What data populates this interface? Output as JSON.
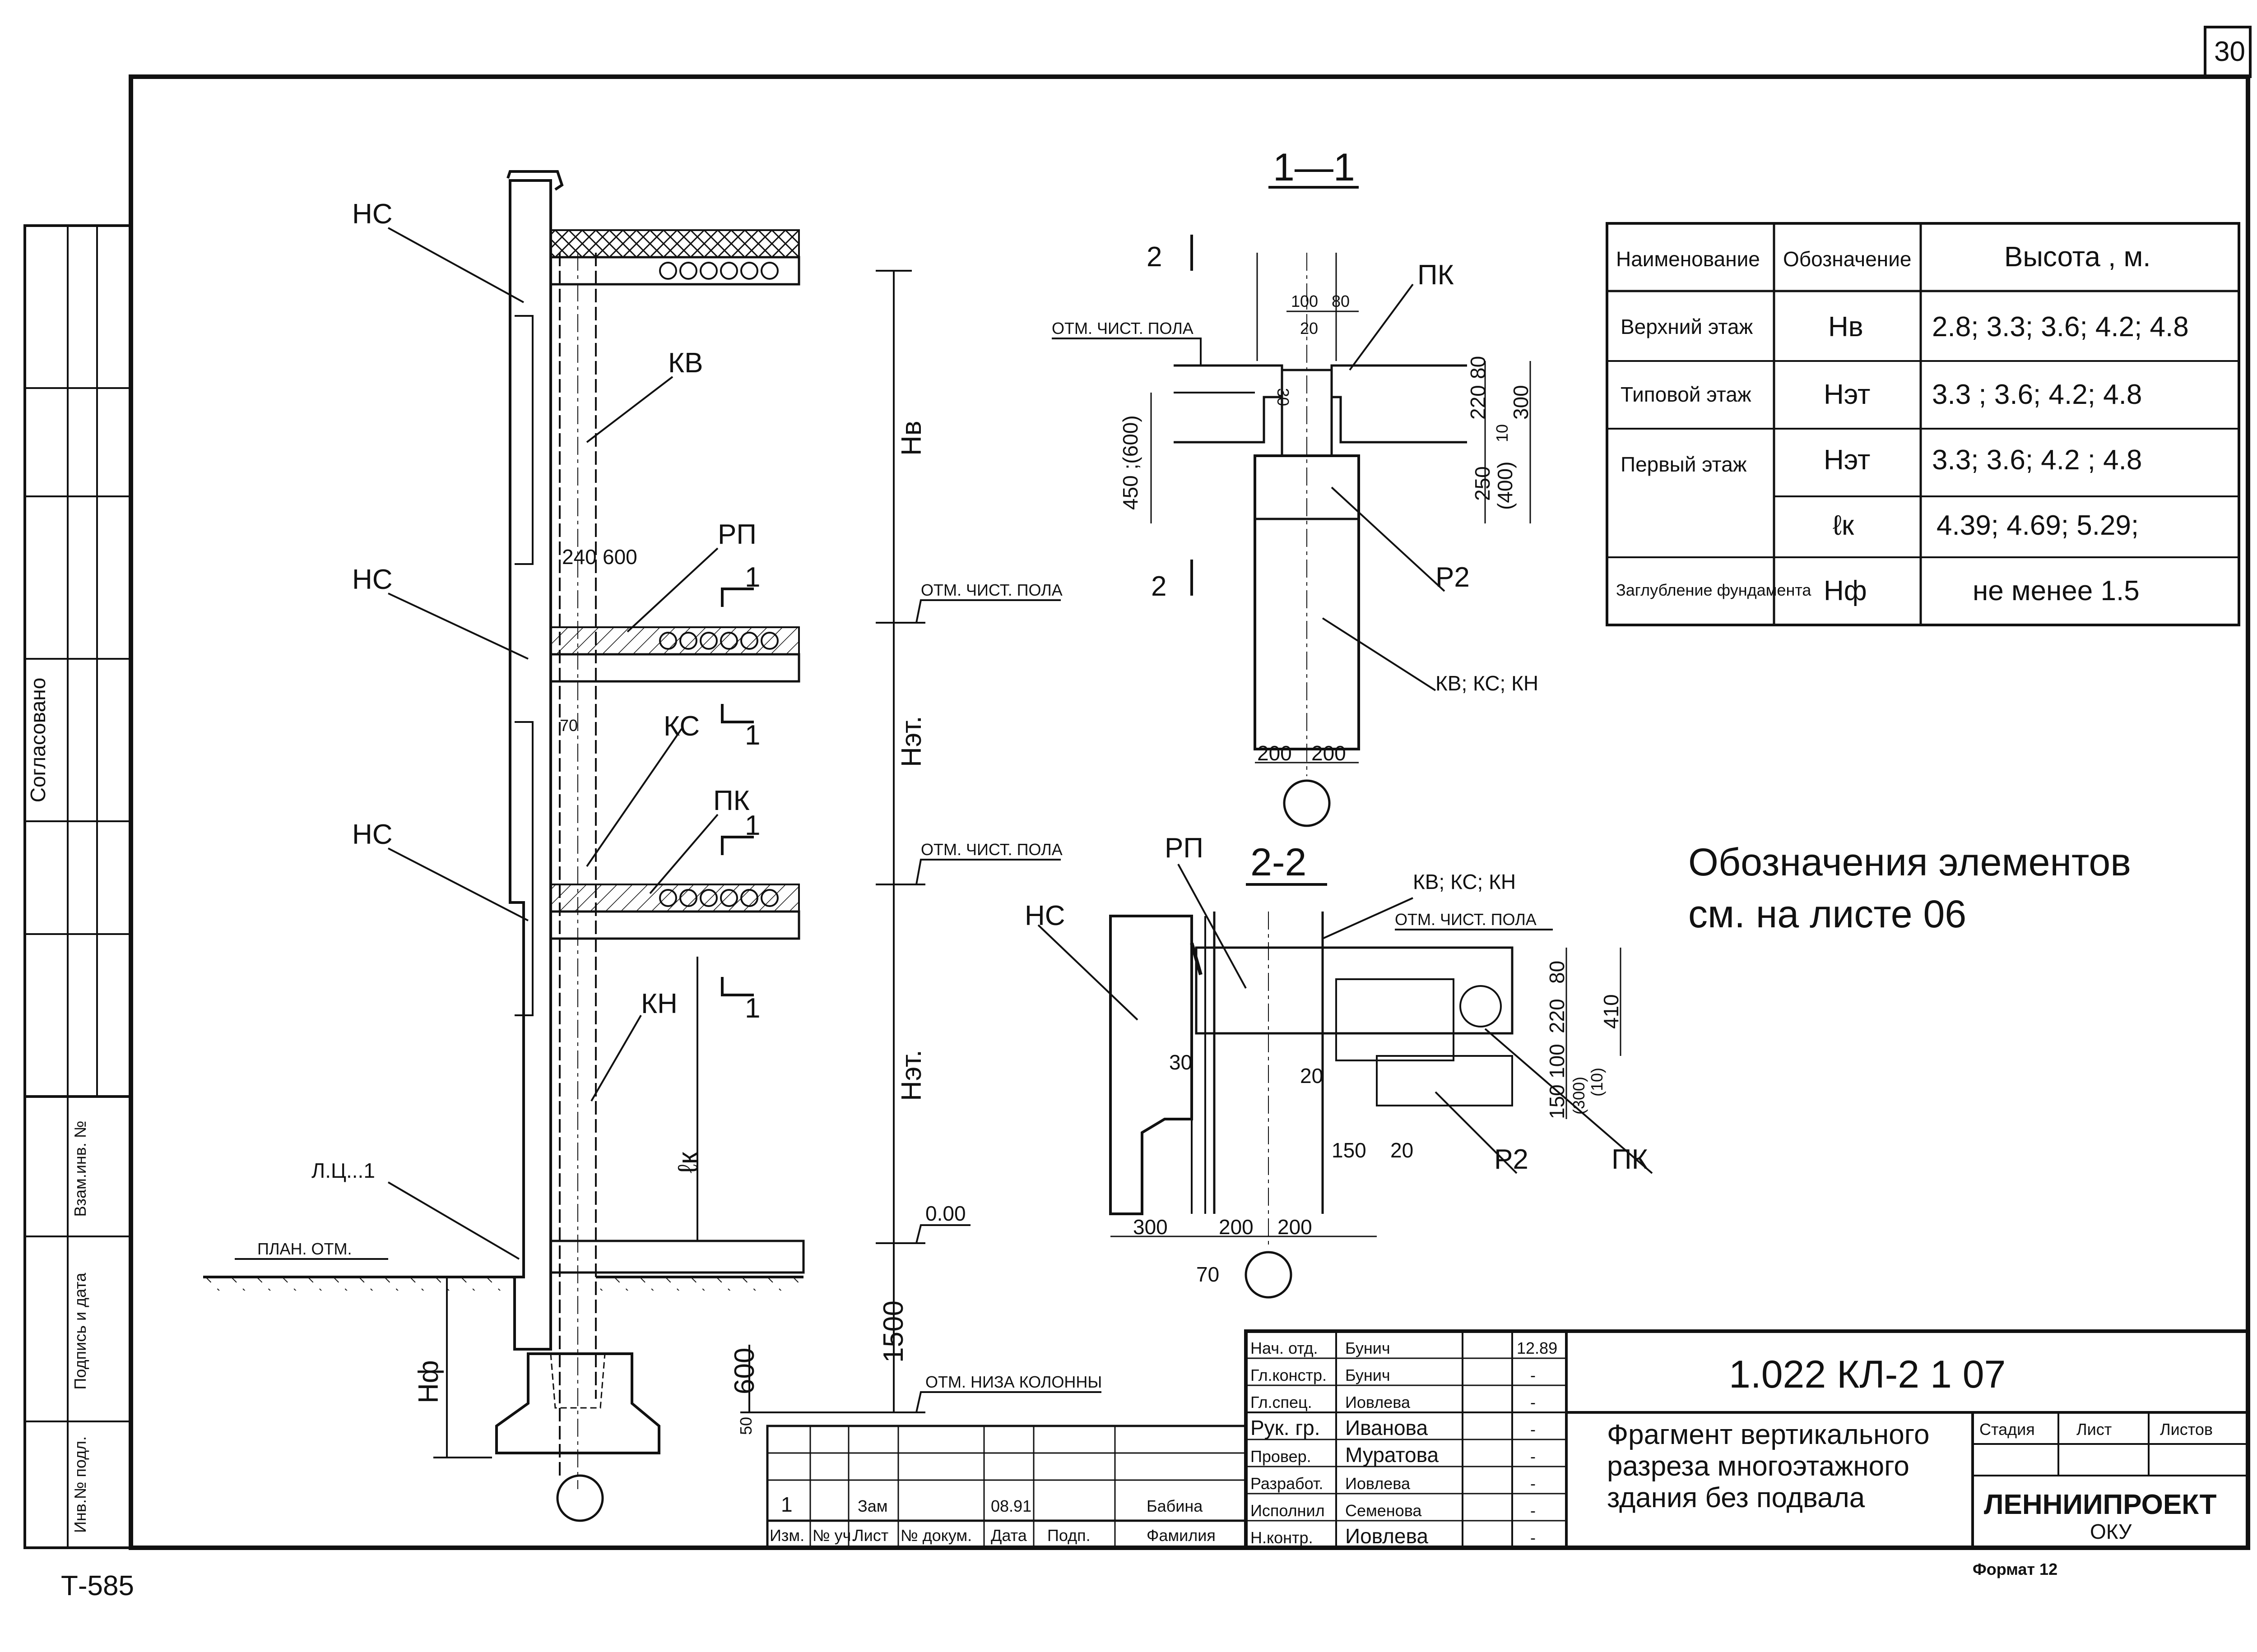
{
  "sheet_number": "30",
  "corner_stamp": "Т-585",
  "format_label": "Формат 12",
  "side_labels": {
    "agreed": "Согласовано",
    "inv_exch": "Взам.инв. №",
    "sign_date": "Подпись и дата",
    "inv_orig": "Инв.№ подл."
  },
  "elevation": {
    "labels": [
      "НС",
      "КВ",
      "НС",
      "РП",
      "КС",
      "НС",
      "ПК",
      "КН",
      "Л.Ц...1"
    ],
    "dims": {
      "d240": "240",
      "d600": "600",
      "d70": "70",
      "hv": "Нв",
      "het1": "Нэт.",
      "het2": "Нэт.",
      "lk": "ℓк",
      "d1500": "1500",
      "d600b": "600",
      "d50": "50",
      "hf": "Нф"
    },
    "marks": {
      "floor1": "ОТМ. ЧИСТ. ПОЛА",
      "floor2": "ОТМ. ЧИСТ. ПОЛА",
      "zero": "0.00",
      "ground": "ПЛАН. ОТМ.",
      "column_bottom": "ОТМ. НИЗА КОЛОННЫ"
    },
    "section_mark": "1"
  },
  "section_1_1": {
    "title": "1—1",
    "cut_mark": "2",
    "floor_mark": "ОТМ. ЧИСТ. ПОЛА",
    "labels": {
      "pk": "ПК",
      "r2": "Р2",
      "col": "КВ; КС; КН"
    },
    "dims": {
      "d100": "100",
      "d80": "80",
      "d20": "20",
      "d30": "30",
      "d450": "450 ;(600)",
      "d220": "220",
      "d80b": "80",
      "d10": "10",
      "d300": "300",
      "d250": "250",
      "d400": "(400)",
      "d200a": "200",
      "d200b": "200"
    }
  },
  "section_2_2": {
    "title": "2-2",
    "labels": {
      "rp": "РП",
      "ns": "НС",
      "col": "КВ; КС; КН",
      "r2": "Р2",
      "pk": "ПК"
    },
    "floor_mark": "ОТМ. ЧИСТ. ПОЛА",
    "dims": {
      "d30": "30",
      "d20": "20",
      "d20b": "20",
      "d150": "150",
      "d80": "80",
      "d220": "220",
      "d100": "100",
      "d150v": "150",
      "d300v": "(300)",
      "d10": "(10)",
      "d410": "410",
      "d300": "300",
      "d200a": "200",
      "d200b": "200",
      "d70": "70"
    }
  },
  "note": {
    "line1": "Обозначения элементов",
    "line2": "см. на листе 06"
  },
  "table": {
    "headers": [
      "Наименование",
      "Обозначение",
      "Высота , м."
    ],
    "rows": [
      {
        "name": "Верхний этаж",
        "code": "Нв",
        "value": "2.8; 3.3; 3.6; 4.2; 4.8"
      },
      {
        "name": "Типовой этаж",
        "code": "Нэт",
        "value": "3.3 ; 3.6; 4.2; 4.8"
      },
      {
        "name": "Первый этаж",
        "code": "Нэт",
        "value": "3.3; 3.6; 4.2 ; 4.8"
      },
      {
        "name": "",
        "code": "ℓк",
        "value": "4.39; 4.69; 5.29;"
      },
      {
        "name": "Заглубление фундамента",
        "code": "Нф",
        "value": "не менее 1.5"
      }
    ]
  },
  "title_block": {
    "code": "1.022   КЛ-2   1   07",
    "title_l1": "Фрагмент вертикального",
    "title_l2": "разреза многоэтажного",
    "title_l3": "здания без подвала",
    "stage": "Стадия",
    "sheet": "Лист",
    "sheets": "Листов",
    "org": "ЛЕННИИПРОЕКТ",
    "org_sub": "ОКУ",
    "roles": [
      {
        "role": "Нач. отд.",
        "name": "Бунич",
        "date": "12.89"
      },
      {
        "role": "Гл.констр.",
        "name": "Бунич",
        "date": "-"
      },
      {
        "role": "Гл.спец.",
        "name": "Иовлева",
        "date": "-"
      },
      {
        "role": "Рук. гр.",
        "name": "Иванова",
        "date": "-"
      },
      {
        "role": "Провер.",
        "name": "Муратова",
        "date": "-"
      },
      {
        "role": "Разработ.",
        "name": "Иовлева",
        "date": "-"
      },
      {
        "role": "Исполнил",
        "name": "Семенова",
        "date": "-"
      },
      {
        "role": "Н.контр.",
        "name": "Иовлева",
        "date": "-"
      }
    ],
    "change": {
      "izm": "1",
      "zam": "Зам",
      "date": "08.91",
      "surname": "Бабина",
      "h_izm": "Изм.",
      "h_kol": "№ уч.",
      "h_list": "Лист",
      "h_doc": "№ докум.",
      "h_date": "Дата",
      "h_sign": "Подп.",
      "h_fam": "Фамилия"
    }
  }
}
